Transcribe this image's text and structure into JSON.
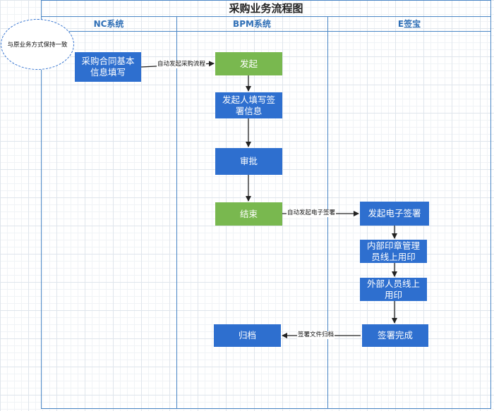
{
  "title": "采购业务流程图",
  "lanes": [
    {
      "label": "NC系统"
    },
    {
      "label": "BPM系统"
    },
    {
      "label": "E签宝"
    }
  ],
  "note": "与原业务方式保持一致",
  "nodes": {
    "nc_fill": "采购合同基本信息填写",
    "start": "发起",
    "fill_sign": "发起人填写签署信息",
    "approve": "审批",
    "end": "结束",
    "e_sign": "发起电子签署",
    "internal_seal": "内部印章管理员线上用印",
    "external_seal": "外部人员线上用印",
    "sign_done": "签署完成",
    "archive": "归档"
  },
  "edge_labels": {
    "auto_purchase": "自动发起采购流程",
    "auto_esign": "自动发起电子签署",
    "archive_file": "签署文件归档"
  },
  "colors": {
    "task_blue": "#2e6fcf",
    "task_green": "#79b84f",
    "lane_border": "#4a86c5"
  }
}
